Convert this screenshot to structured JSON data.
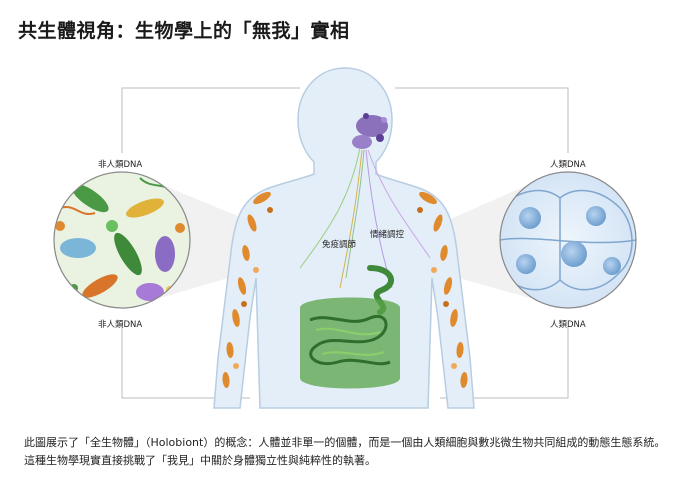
{
  "title": "共生體視角：生物學上的「無我」實相",
  "labels": {
    "left_top": "非人類DNA",
    "left_bottom": "非人類DNA",
    "right_top": "人類DNA",
    "right_bottom": "人類DNA",
    "immune": "免疫調節",
    "emotion": "情緒調控"
  },
  "caption": "此圖展示了「全生物體」（Holobiont）的概念：人體並非單一的個體，而是一個由人類細胞與數兆微生物共同組成的動態生態系統。這種生物學現實直接挑戰了「我見」中關於身體獨立性與純粹性的執著。",
  "colors": {
    "body_fill": "#e3eef8",
    "body_stroke": "#b7cde2",
    "microbe_orange": "#e08a2e",
    "gut_green": "#5aa34a",
    "brain_purple": "#7b5bb0",
    "cell_blue": "#a9c9ea",
    "connector_line": "#bdbdbd"
  }
}
